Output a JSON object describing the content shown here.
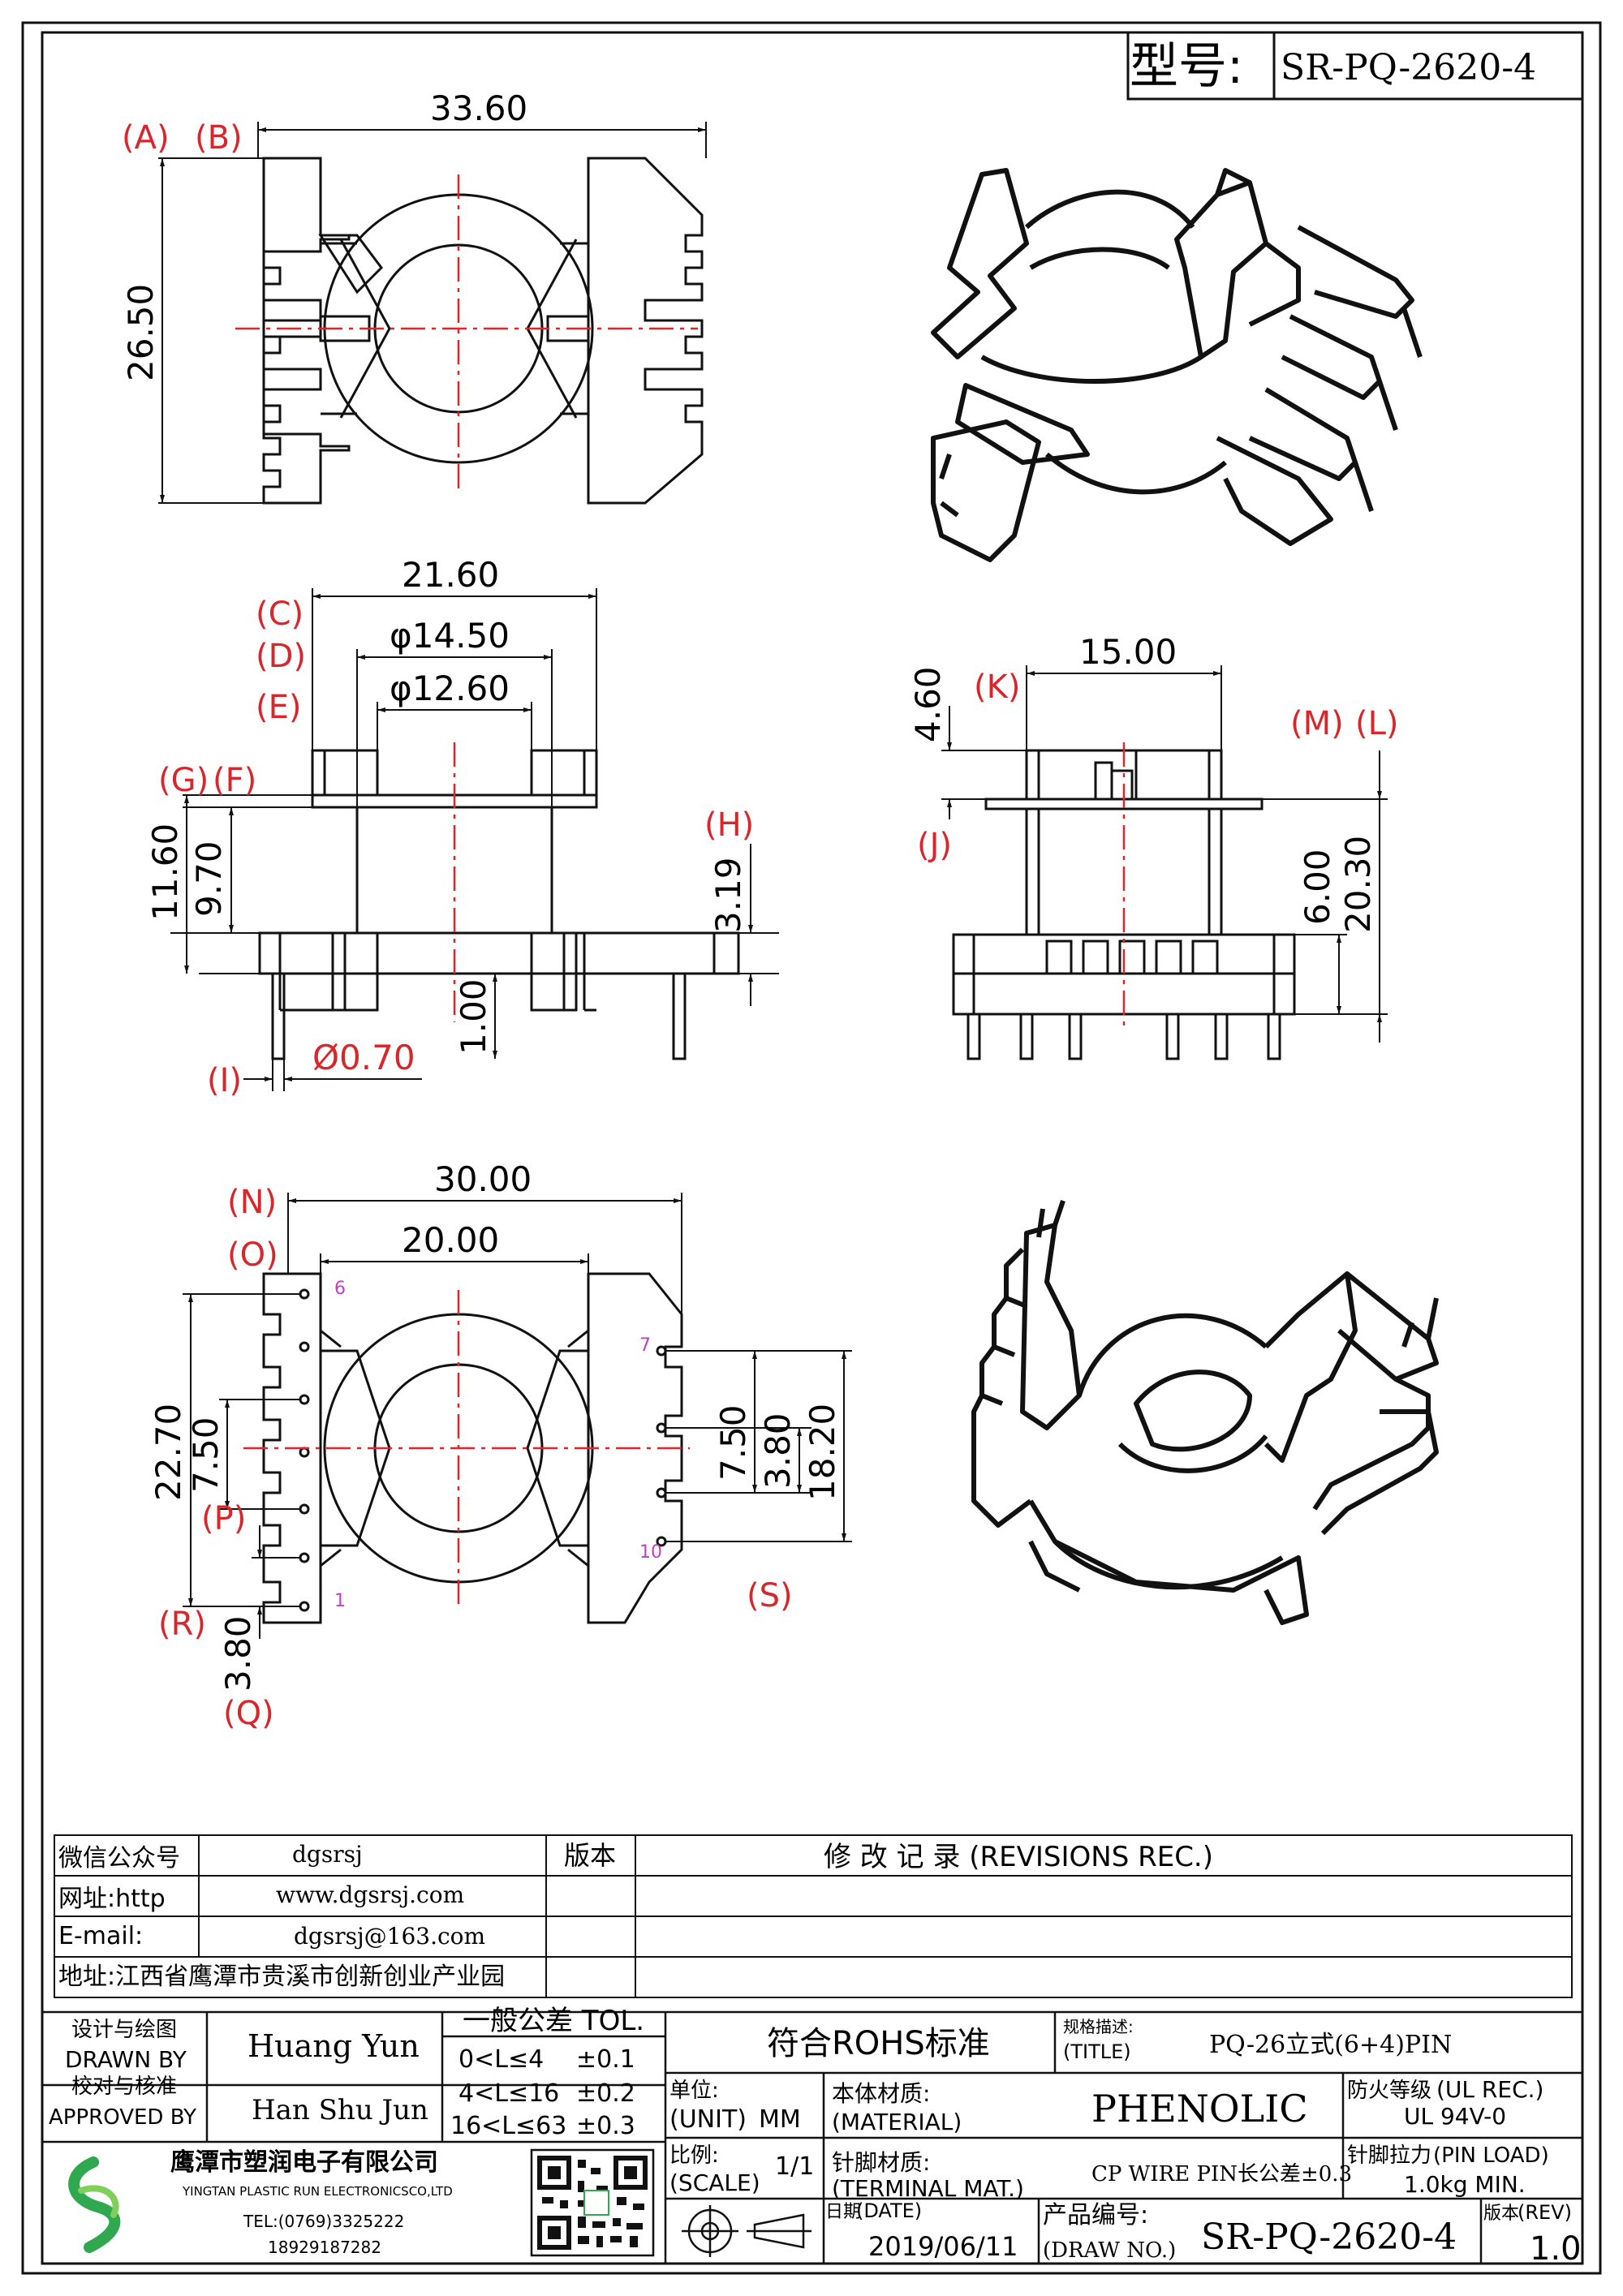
{
  "model": {
    "label": "型号:",
    "value": "SR-PQ-2620-4"
  },
  "views": {
    "top": {
      "dims": {
        "width": "33.60",
        "height": "26.50"
      },
      "refs": {
        "a": "(A)",
        "b": "(B)"
      }
    },
    "side": {
      "dims": {
        "c": "21.60",
        "d": "φ14.50",
        "e": "φ12.60",
        "total_h": "11.60",
        "inner_h": "9.70",
        "base_h": "3.19",
        "pin_len": "1.00",
        "pin_dia": "Ø0.70"
      },
      "refs": {
        "c": "(C)",
        "d": "(D)",
        "e": "(E)",
        "g": "(G)",
        "f": "(F)",
        "h": "(H)",
        "i": "(I)"
      }
    },
    "front": {
      "dims": {
        "k": "15.00",
        "flange": "4.60",
        "base": "6.00",
        "total": "20.30"
      },
      "refs": {
        "k": "(K)",
        "m": "(M)",
        "l": "(L)",
        "j": "(J)"
      }
    },
    "bottom": {
      "dims": {
        "n": "30.00",
        "o": "20.00",
        "left_h": "22.70",
        "left_pitch": "7.50",
        "right_pitch": "7.50",
        "right_small": "3.80",
        "right_h": "18.20",
        "bottom_pitch": "3.80"
      },
      "refs": {
        "n": "(N)",
        "o": "(O)",
        "p": "(P)",
        "r": "(R)",
        "q": "(Q)",
        "s": "(S)"
      },
      "pins": {
        "p6": "6",
        "p7": "7",
        "p10": "10",
        "p1": "1"
      }
    }
  },
  "info": {
    "wechat_label": "微信公众号",
    "wechat": "dgsrsj",
    "web_label": "网址:http",
    "web": "www.dgsrsj.com",
    "email_label": "E-mail:",
    "email": "dgsrsj@163.com",
    "address": "地址:江西省鹰潭市贵溪市创新创业产业园",
    "version_label": "版本",
    "revisions": "修 改 记 录 (REVISIONS REC.)"
  },
  "title_block": {
    "drawn_cn": "设计与绘图",
    "drawn_en": "DRAWN BY",
    "drawn_name": "Huang Yun",
    "approved_cn": "校对与核准",
    "approved_en": "APPROVED BY",
    "approved_name": "Han Shu Jun",
    "tol_title": "一般公差 TOL.",
    "tol_rows": [
      {
        "range": "0<L≤4",
        "tol": "±0.1"
      },
      {
        "range": "4<L≤16",
        "tol": "±0.2"
      },
      {
        "range": "16<L≤63",
        "tol": "±0.3"
      }
    ],
    "rohs": "符合ROHS标准",
    "spec_cn": "规格描述:",
    "spec_en": "(TITLE)",
    "spec_value": "PQ-26立式(6+4)PIN",
    "unit_cn": "单位:",
    "unit_en": "(UNIT)",
    "unit_value": "MM",
    "material_cn": "本体材质:",
    "material_en": "(MATERIAL)",
    "material_value": "PHENOLIC",
    "fire_cn": "防火等级",
    "fire_en": "(UL REC.)",
    "fire_value": "UL 94V-0",
    "scale_cn": "比例:",
    "scale_en": "(SCALE)",
    "scale_value": "1/1",
    "terminal_cn": "针脚材质:",
    "terminal_en": "(TERMINAL MAT.)",
    "terminal_value": "CP WIRE  PIN长公差±0.3",
    "load_cn": "针脚拉力",
    "load_en": "(PIN LOAD)",
    "load_value": "1.0kg MIN.",
    "date_cn": "日期",
    "date_en": "(DATE)",
    "date_value": "2019/06/11",
    "drawno_cn": "产品编号:",
    "drawno_en": "(DRAW NO.)",
    "drawno_value": "SR-PQ-2620-4",
    "rev_cn": "版本",
    "rev_en": "(REV)",
    "rev_value": "1.0",
    "company_cn": "鹰潭市塑润电子有限公司",
    "company_en": "YINGTAN PLASTIC RUN ELECTRONICSCO,LTD",
    "tel": "TEL:(0769)3325222",
    "phone": "18929187282"
  },
  "colors": {
    "line": "#111111",
    "center": "#e0242a",
    "ref": "#d7262c",
    "pin": "#c040c0",
    "logo": "#2fa84f"
  }
}
